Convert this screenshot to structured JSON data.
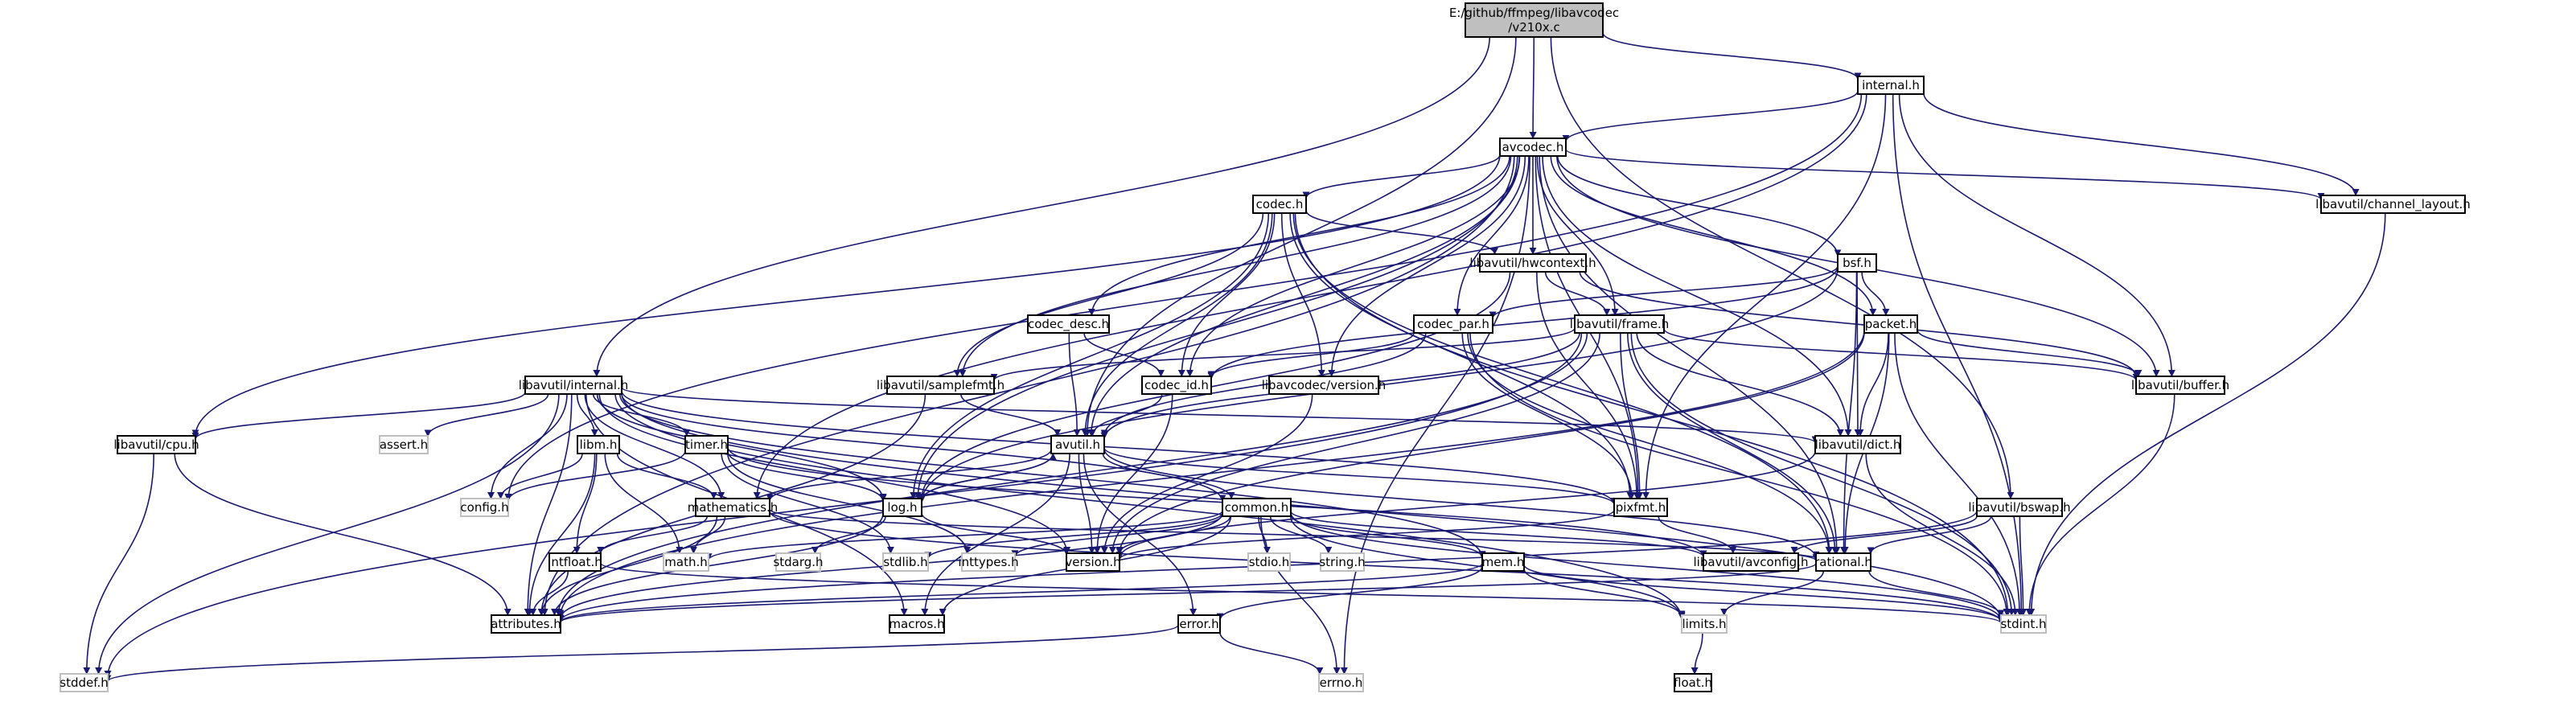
{
  "diagram": {
    "colors": {
      "edge": "#191970",
      "node_border": "#000000",
      "system_border": "#bfbfbf",
      "main_fill": "#bfbfbf",
      "background": "#ffffff"
    },
    "nodes": {
      "main": {
        "lines": [
          "E:/github/ffmpeg/libavcodec",
          "/v210x.c"
        ],
        "kind": "main"
      },
      "internal": {
        "lines": [
          "internal.h"
        ],
        "kind": "local"
      },
      "avcodec": {
        "lines": [
          "avcodec.h"
        ],
        "kind": "local"
      },
      "chlayout": {
        "lines": [
          "libavutil/channel_layout.h"
        ],
        "kind": "local"
      },
      "codec": {
        "lines": [
          "codec.h"
        ],
        "kind": "local"
      },
      "hwcontext": {
        "lines": [
          "libavutil/hwcontext.h"
        ],
        "kind": "local"
      },
      "bsf": {
        "lines": [
          "bsf.h"
        ],
        "kind": "local"
      },
      "codecdesc": {
        "lines": [
          "codec_desc.h"
        ],
        "kind": "local"
      },
      "codecpar": {
        "lines": [
          "codec_par.h"
        ],
        "kind": "local"
      },
      "frame": {
        "lines": [
          "libavutil/frame.h"
        ],
        "kind": "local"
      },
      "packet": {
        "lines": [
          "packet.h"
        ],
        "kind": "local"
      },
      "luinternal": {
        "lines": [
          "libavutil/internal.h"
        ],
        "kind": "local"
      },
      "samplefmt": {
        "lines": [
          "libavutil/samplefmt.h"
        ],
        "kind": "local"
      },
      "codecid": {
        "lines": [
          "codec_id.h"
        ],
        "kind": "local"
      },
      "lavcversion": {
        "lines": [
          "libavcodec/version.h"
        ],
        "kind": "local"
      },
      "buffer": {
        "lines": [
          "libavutil/buffer.h"
        ],
        "kind": "local"
      },
      "cpu": {
        "lines": [
          "libavutil/cpu.h"
        ],
        "kind": "local"
      },
      "assert": {
        "lines": [
          "assert.h"
        ],
        "kind": "system"
      },
      "libm": {
        "lines": [
          "libm.h"
        ],
        "kind": "local"
      },
      "timer": {
        "lines": [
          "timer.h"
        ],
        "kind": "local"
      },
      "avutil": {
        "lines": [
          "avutil.h"
        ],
        "kind": "local"
      },
      "dict": {
        "lines": [
          "libavutil/dict.h"
        ],
        "kind": "local"
      },
      "config": {
        "lines": [
          "config.h"
        ],
        "kind": "system"
      },
      "mathematics": {
        "lines": [
          "mathematics.h"
        ],
        "kind": "local"
      },
      "log": {
        "lines": [
          "log.h"
        ],
        "kind": "local"
      },
      "common": {
        "lines": [
          "common.h"
        ],
        "kind": "local"
      },
      "pixfmt": {
        "lines": [
          "pixfmt.h"
        ],
        "kind": "local"
      },
      "bswap": {
        "lines": [
          "libavutil/bswap.h"
        ],
        "kind": "local"
      },
      "intfloat": {
        "lines": [
          "intfloat.h"
        ],
        "kind": "local"
      },
      "math": {
        "lines": [
          "math.h"
        ],
        "kind": "system"
      },
      "stdarg": {
        "lines": [
          "stdarg.h"
        ],
        "kind": "system"
      },
      "stdlib": {
        "lines": [
          "stdlib.h"
        ],
        "kind": "system"
      },
      "inttypes": {
        "lines": [
          "inttypes.h"
        ],
        "kind": "system"
      },
      "version": {
        "lines": [
          "version.h"
        ],
        "kind": "local"
      },
      "stdio": {
        "lines": [
          "stdio.h"
        ],
        "kind": "system"
      },
      "string": {
        "lines": [
          "string.h"
        ],
        "kind": "system"
      },
      "mem": {
        "lines": [
          "mem.h"
        ],
        "kind": "local"
      },
      "avconfig": {
        "lines": [
          "libavutil/avconfig.h"
        ],
        "kind": "local"
      },
      "rational": {
        "lines": [
          "rational.h"
        ],
        "kind": "local"
      },
      "attributes": {
        "lines": [
          "attributes.h"
        ],
        "kind": "local"
      },
      "macros": {
        "lines": [
          "macros.h"
        ],
        "kind": "local"
      },
      "error": {
        "lines": [
          "error.h"
        ],
        "kind": "local"
      },
      "limits": {
        "lines": [
          "limits.h"
        ],
        "kind": "system"
      },
      "stdint": {
        "lines": [
          "stdint.h"
        ],
        "kind": "system"
      },
      "stddef": {
        "lines": [
          "stddef.h"
        ],
        "kind": "system"
      },
      "errno": {
        "lines": [
          "errno.h"
        ],
        "kind": "system"
      },
      "float": {
        "lines": [
          "float.h"
        ],
        "kind": "local"
      }
    },
    "edges": [
      [
        "main",
        "internal"
      ],
      [
        "main",
        "avcodec"
      ],
      [
        "main",
        "luinternal"
      ],
      [
        "main",
        "avutil"
      ],
      [
        "main",
        "bswap"
      ],
      [
        "internal",
        "avcodec"
      ],
      [
        "internal",
        "chlayout"
      ],
      [
        "internal",
        "buffer"
      ],
      [
        "internal",
        "pixfmt"
      ],
      [
        "internal",
        "config"
      ],
      [
        "internal",
        "mathematics"
      ],
      [
        "internal",
        "stdint"
      ],
      [
        "avcodec",
        "chlayout"
      ],
      [
        "avcodec",
        "codec"
      ],
      [
        "avcodec",
        "hwcontext"
      ],
      [
        "avcodec",
        "bsf"
      ],
      [
        "avcodec",
        "codecdesc"
      ],
      [
        "avcodec",
        "codecpar"
      ],
      [
        "avcodec",
        "frame"
      ],
      [
        "avcodec",
        "packet"
      ],
      [
        "avcodec",
        "samplefmt"
      ],
      [
        "avcodec",
        "codecid"
      ],
      [
        "avcodec",
        "lavcversion"
      ],
      [
        "avcodec",
        "buffer"
      ],
      [
        "avcodec",
        "cpu"
      ],
      [
        "avcodec",
        "avutil"
      ],
      [
        "avcodec",
        "dict"
      ],
      [
        "avcodec",
        "log"
      ],
      [
        "avcodec",
        "pixfmt"
      ],
      [
        "avcodec",
        "rational"
      ],
      [
        "avcodec",
        "attributes"
      ],
      [
        "avcodec",
        "errno"
      ],
      [
        "chlayout",
        "stdint"
      ],
      [
        "codec",
        "hwcontext"
      ],
      [
        "codec",
        "samplefmt"
      ],
      [
        "codec",
        "codecid"
      ],
      [
        "codec",
        "lavcversion"
      ],
      [
        "codec",
        "avutil"
      ],
      [
        "codec",
        "log"
      ],
      [
        "codec",
        "pixfmt"
      ],
      [
        "codec",
        "rational"
      ],
      [
        "codec",
        "stdint"
      ],
      [
        "hwcontext",
        "frame"
      ],
      [
        "hwcontext",
        "buffer"
      ],
      [
        "hwcontext",
        "pixfmt"
      ],
      [
        "hwcontext",
        "log"
      ],
      [
        "bsf",
        "codecpar"
      ],
      [
        "bsf",
        "packet"
      ],
      [
        "bsf",
        "codecid"
      ],
      [
        "bsf",
        "dict"
      ],
      [
        "bsf",
        "log"
      ],
      [
        "bsf",
        "rational"
      ],
      [
        "codecdesc",
        "codecid"
      ],
      [
        "codecdesc",
        "avutil"
      ],
      [
        "codecpar",
        "codecid"
      ],
      [
        "codecpar",
        "avutil"
      ],
      [
        "codecpar",
        "pixfmt"
      ],
      [
        "codecpar",
        "rational"
      ],
      [
        "codecpar",
        "stdint"
      ],
      [
        "frame",
        "samplefmt"
      ],
      [
        "frame",
        "buffer"
      ],
      [
        "frame",
        "dict"
      ],
      [
        "frame",
        "avutil"
      ],
      [
        "frame",
        "pixfmt"
      ],
      [
        "frame",
        "rational"
      ],
      [
        "frame",
        "version"
      ],
      [
        "frame",
        "stddef"
      ],
      [
        "frame",
        "stdint"
      ],
      [
        "frame",
        "attributes"
      ],
      [
        "packet",
        "buffer"
      ],
      [
        "packet",
        "dict"
      ],
      [
        "packet",
        "rational"
      ],
      [
        "packet",
        "stdint"
      ],
      [
        "packet",
        "attributes"
      ],
      [
        "packet",
        "version"
      ],
      [
        "luinternal",
        "cpu"
      ],
      [
        "luinternal",
        "assert"
      ],
      [
        "luinternal",
        "libm"
      ],
      [
        "luinternal",
        "timer"
      ],
      [
        "luinternal",
        "dict"
      ],
      [
        "luinternal",
        "config"
      ],
      [
        "luinternal",
        "mathematics"
      ],
      [
        "luinternal",
        "log"
      ],
      [
        "luinternal",
        "common"
      ],
      [
        "luinternal",
        "pixfmt"
      ],
      [
        "luinternal",
        "version"
      ],
      [
        "luinternal",
        "mem"
      ],
      [
        "luinternal",
        "attributes"
      ],
      [
        "luinternal",
        "macros"
      ],
      [
        "luinternal",
        "stddef"
      ],
      [
        "luinternal",
        "limits"
      ],
      [
        "luinternal",
        "stdint"
      ],
      [
        "samplefmt",
        "avutil"
      ],
      [
        "samplefmt",
        "attributes"
      ],
      [
        "codecid",
        "avutil"
      ],
      [
        "codecid",
        "version"
      ],
      [
        "lavcversion",
        "version"
      ],
      [
        "buffer",
        "stdint"
      ],
      [
        "cpu",
        "attributes"
      ],
      [
        "cpu",
        "stddef"
      ],
      [
        "libm",
        "config"
      ],
      [
        "libm",
        "mathematics"
      ],
      [
        "libm",
        "attributes"
      ],
      [
        "libm",
        "intfloat"
      ],
      [
        "libm",
        "math"
      ],
      [
        "timer",
        "config"
      ],
      [
        "timer",
        "log"
      ],
      [
        "timer",
        "stdlib"
      ],
      [
        "timer",
        "inttypes"
      ],
      [
        "timer",
        "avconfig"
      ],
      [
        "avutil",
        "common"
      ],
      [
        "avutil",
        "log"
      ],
      [
        "avutil",
        "rational"
      ],
      [
        "avutil",
        "version"
      ],
      [
        "avutil",
        "macros"
      ],
      [
        "avutil",
        "mathematics"
      ],
      [
        "avutil",
        "pixfmt"
      ],
      [
        "avutil",
        "error"
      ],
      [
        "dict",
        "stdint"
      ],
      [
        "dict",
        "version"
      ],
      [
        "mathematics",
        "stdint"
      ],
      [
        "mathematics",
        "math"
      ],
      [
        "mathematics",
        "attributes"
      ],
      [
        "mathematics",
        "rational"
      ],
      [
        "mathematics",
        "intfloat"
      ],
      [
        "log",
        "stdarg"
      ],
      [
        "log",
        "avutil"
      ],
      [
        "log",
        "attributes"
      ],
      [
        "log",
        "version"
      ],
      [
        "common",
        "errno"
      ],
      [
        "common",
        "inttypes"
      ],
      [
        "common",
        "limits"
      ],
      [
        "common",
        "math"
      ],
      [
        "common",
        "stdint"
      ],
      [
        "common",
        "stdio"
      ],
      [
        "common",
        "stdlib"
      ],
      [
        "common",
        "string"
      ],
      [
        "common",
        "attributes"
      ],
      [
        "common",
        "macros"
      ],
      [
        "common",
        "version"
      ],
      [
        "common",
        "avconfig"
      ],
      [
        "common",
        "mem"
      ],
      [
        "pixfmt",
        "avconfig"
      ],
      [
        "pixfmt",
        "version"
      ],
      [
        "bswap",
        "stdint"
      ],
      [
        "bswap",
        "avconfig"
      ],
      [
        "bswap",
        "attributes"
      ],
      [
        "bswap",
        "rational"
      ],
      [
        "intfloat",
        "stdint"
      ],
      [
        "intfloat",
        "attributes"
      ],
      [
        "mem",
        "limits"
      ],
      [
        "mem",
        "stdint"
      ],
      [
        "mem",
        "attributes"
      ],
      [
        "mem",
        "error"
      ],
      [
        "rational",
        "stdint"
      ],
      [
        "rational",
        "limits"
      ],
      [
        "rational",
        "attributes"
      ],
      [
        "error",
        "errno"
      ],
      [
        "error",
        "stddef"
      ],
      [
        "limits",
        "float"
      ]
    ]
  }
}
